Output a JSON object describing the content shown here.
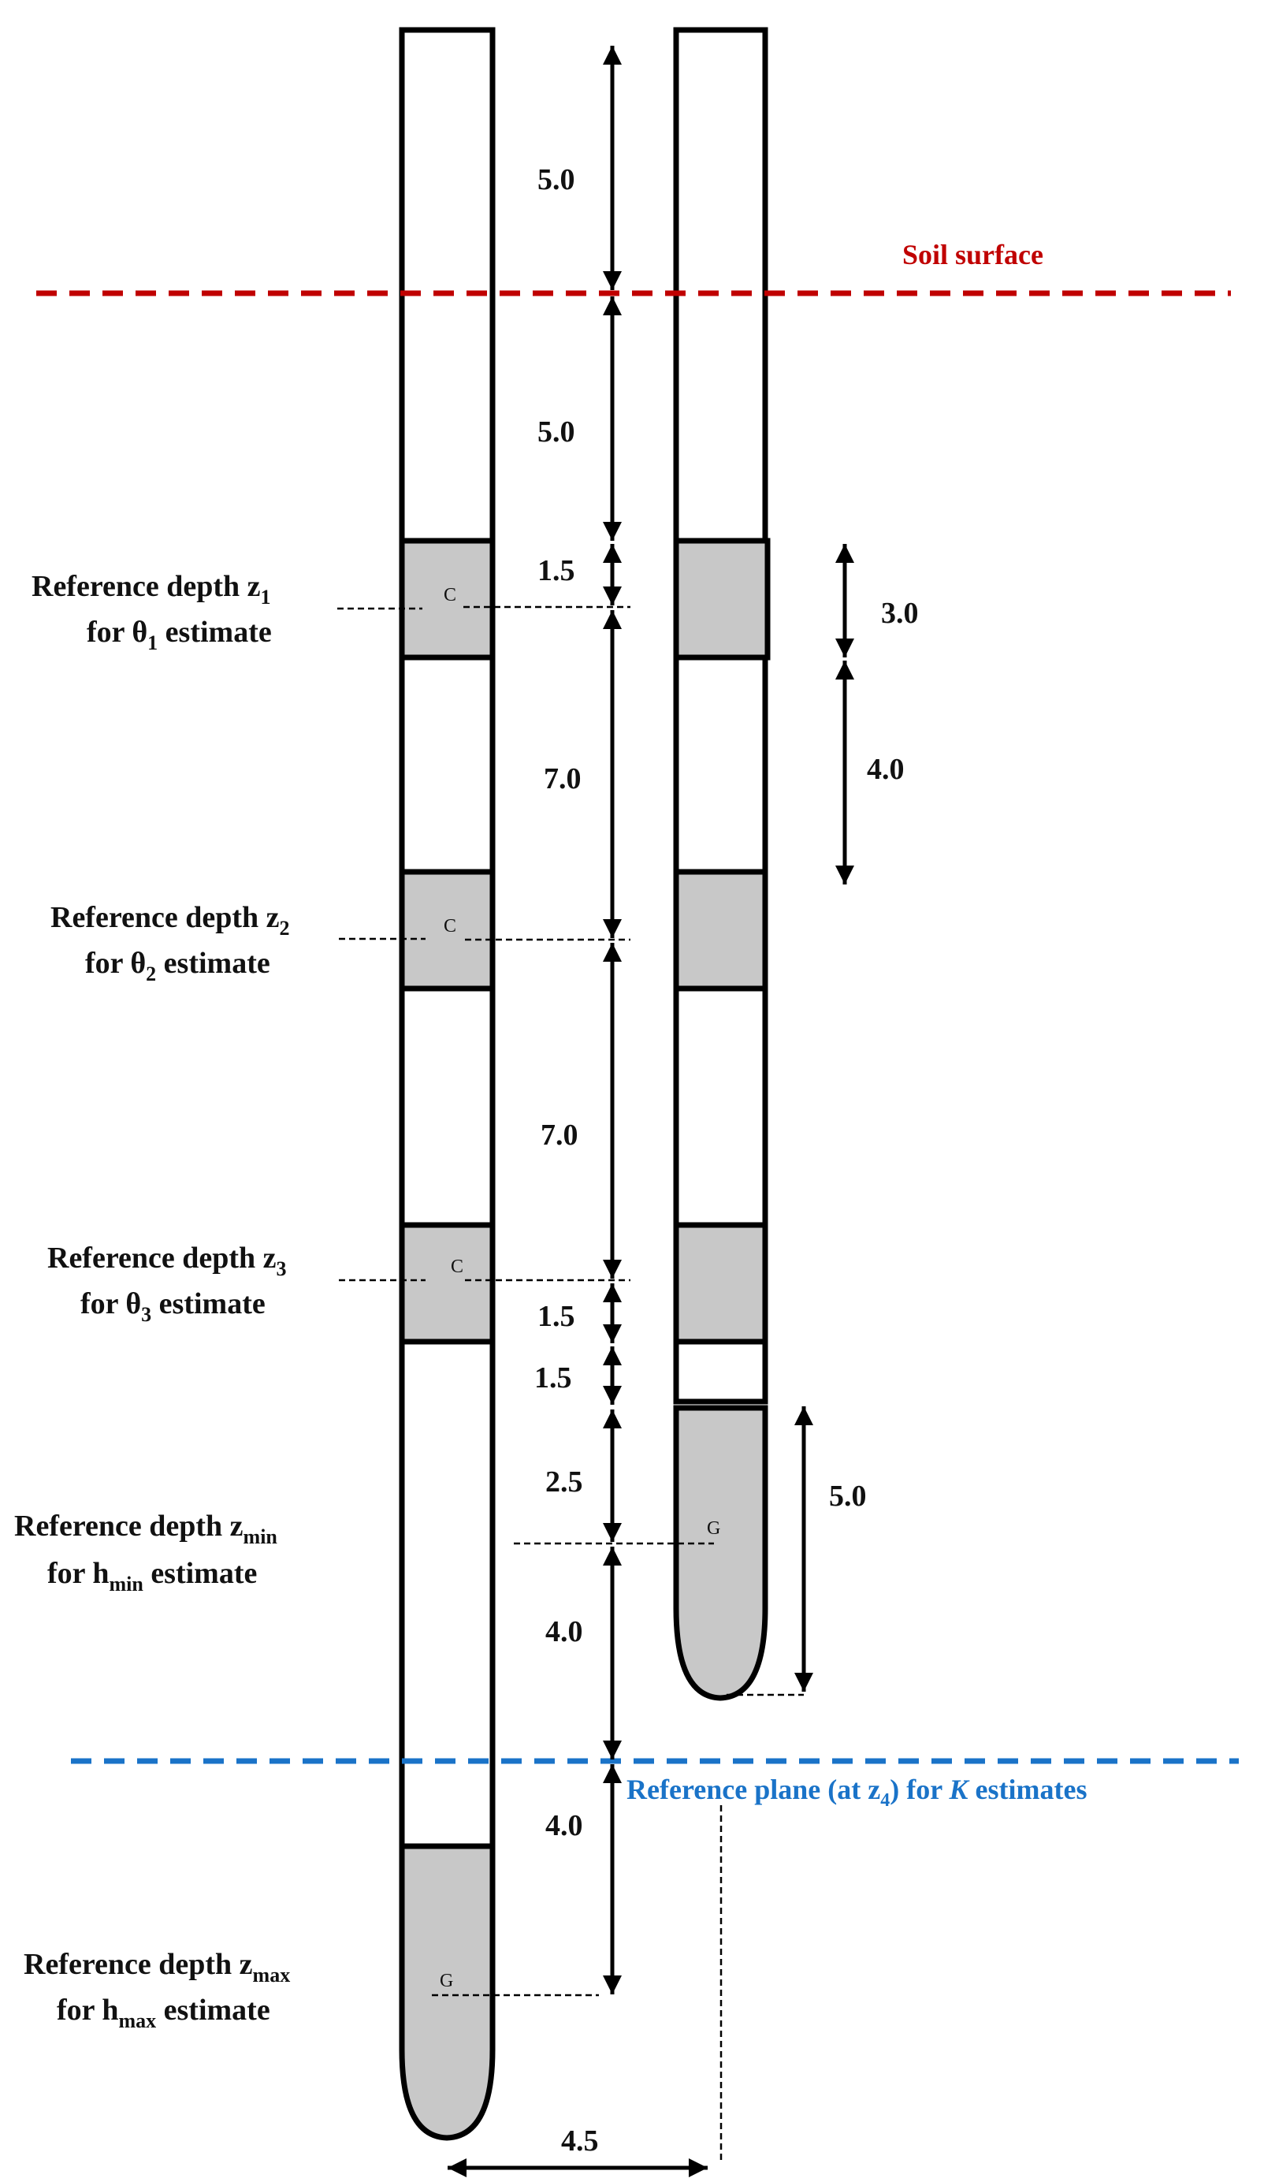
{
  "surface_label": "Soil surface",
  "reference_plane": {
    "pre": "Reference plane (at z",
    "sub": "4",
    "post": ") for ",
    "k": "K",
    "end": " estimates"
  },
  "colors": {
    "surface_line": "#c00000",
    "plane_line": "#1a73c8",
    "sensor_fill": "#c8c8c8",
    "outline": "#000000"
  },
  "depth_labels": {
    "z1": {
      "l1_pre": "Reference depth z",
      "l1_sub": "1",
      "l2_pre": "for θ",
      "l2_sub": "1",
      "l2_post": " estimate"
    },
    "z2": {
      "l1_pre": "Reference depth z",
      "l1_sub": "2",
      "l2_pre": "for θ",
      "l2_sub": "2",
      "l2_post": " estimate"
    },
    "z3": {
      "l1_pre": "Reference depth z",
      "l1_sub": "3",
      "l2_pre": "for θ",
      "l2_sub": "3",
      "l2_post": " estimate"
    },
    "zmin": {
      "l1_pre": "Reference depth z",
      "l1_sub": "min",
      "l2_pre": "for h",
      "l2_sub": "min",
      "l2_post": " estimate"
    },
    "zmax": {
      "l1_pre": "Reference depth z",
      "l1_sub": "max",
      "l2_pre": "for h",
      "l2_sub": "max",
      "l2_post": " estimate"
    }
  },
  "sensor_marks": {
    "capacitance": "C",
    "gypsum": "G"
  },
  "dimensions": {
    "left_column": [
      "5.0",
      "5.0",
      "1.5",
      "7.0",
      "7.0",
      "1.5",
      "1.5",
      "2.5",
      "4.0",
      "4.0"
    ],
    "right_probe": [
      "3.0",
      "4.0",
      "5.0"
    ],
    "probe_spacing": "4.5"
  }
}
